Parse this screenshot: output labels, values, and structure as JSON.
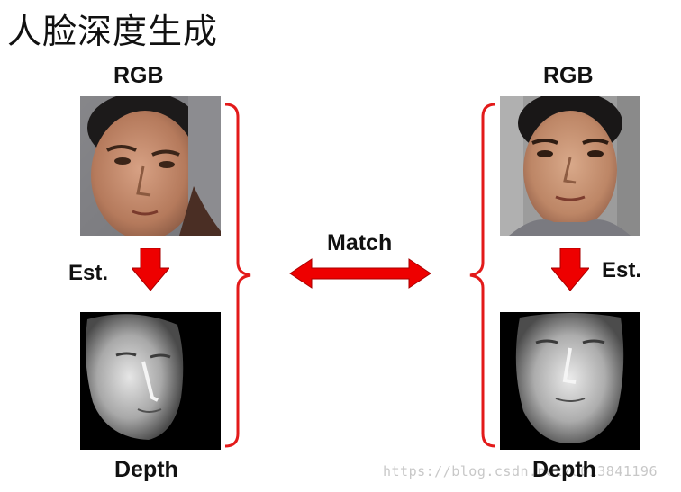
{
  "title": "人脸深度生成",
  "left": {
    "rgb_label": "RGB",
    "est_label": "Est.",
    "depth_label": "Depth"
  },
  "right": {
    "rgb_label": "RGB",
    "est_label": "Est.",
    "depth_label": "Depth"
  },
  "match_label": "Match",
  "watermark": "https://blog.csdn.net/u013841196",
  "colors": {
    "arrow_red": "#ee0000",
    "bracket_red": "#e31a1a",
    "depth_bg": "#000000"
  },
  "icons": {
    "down_arrow": "down-arrow-icon",
    "double_arrow": "double-arrow-icon"
  }
}
